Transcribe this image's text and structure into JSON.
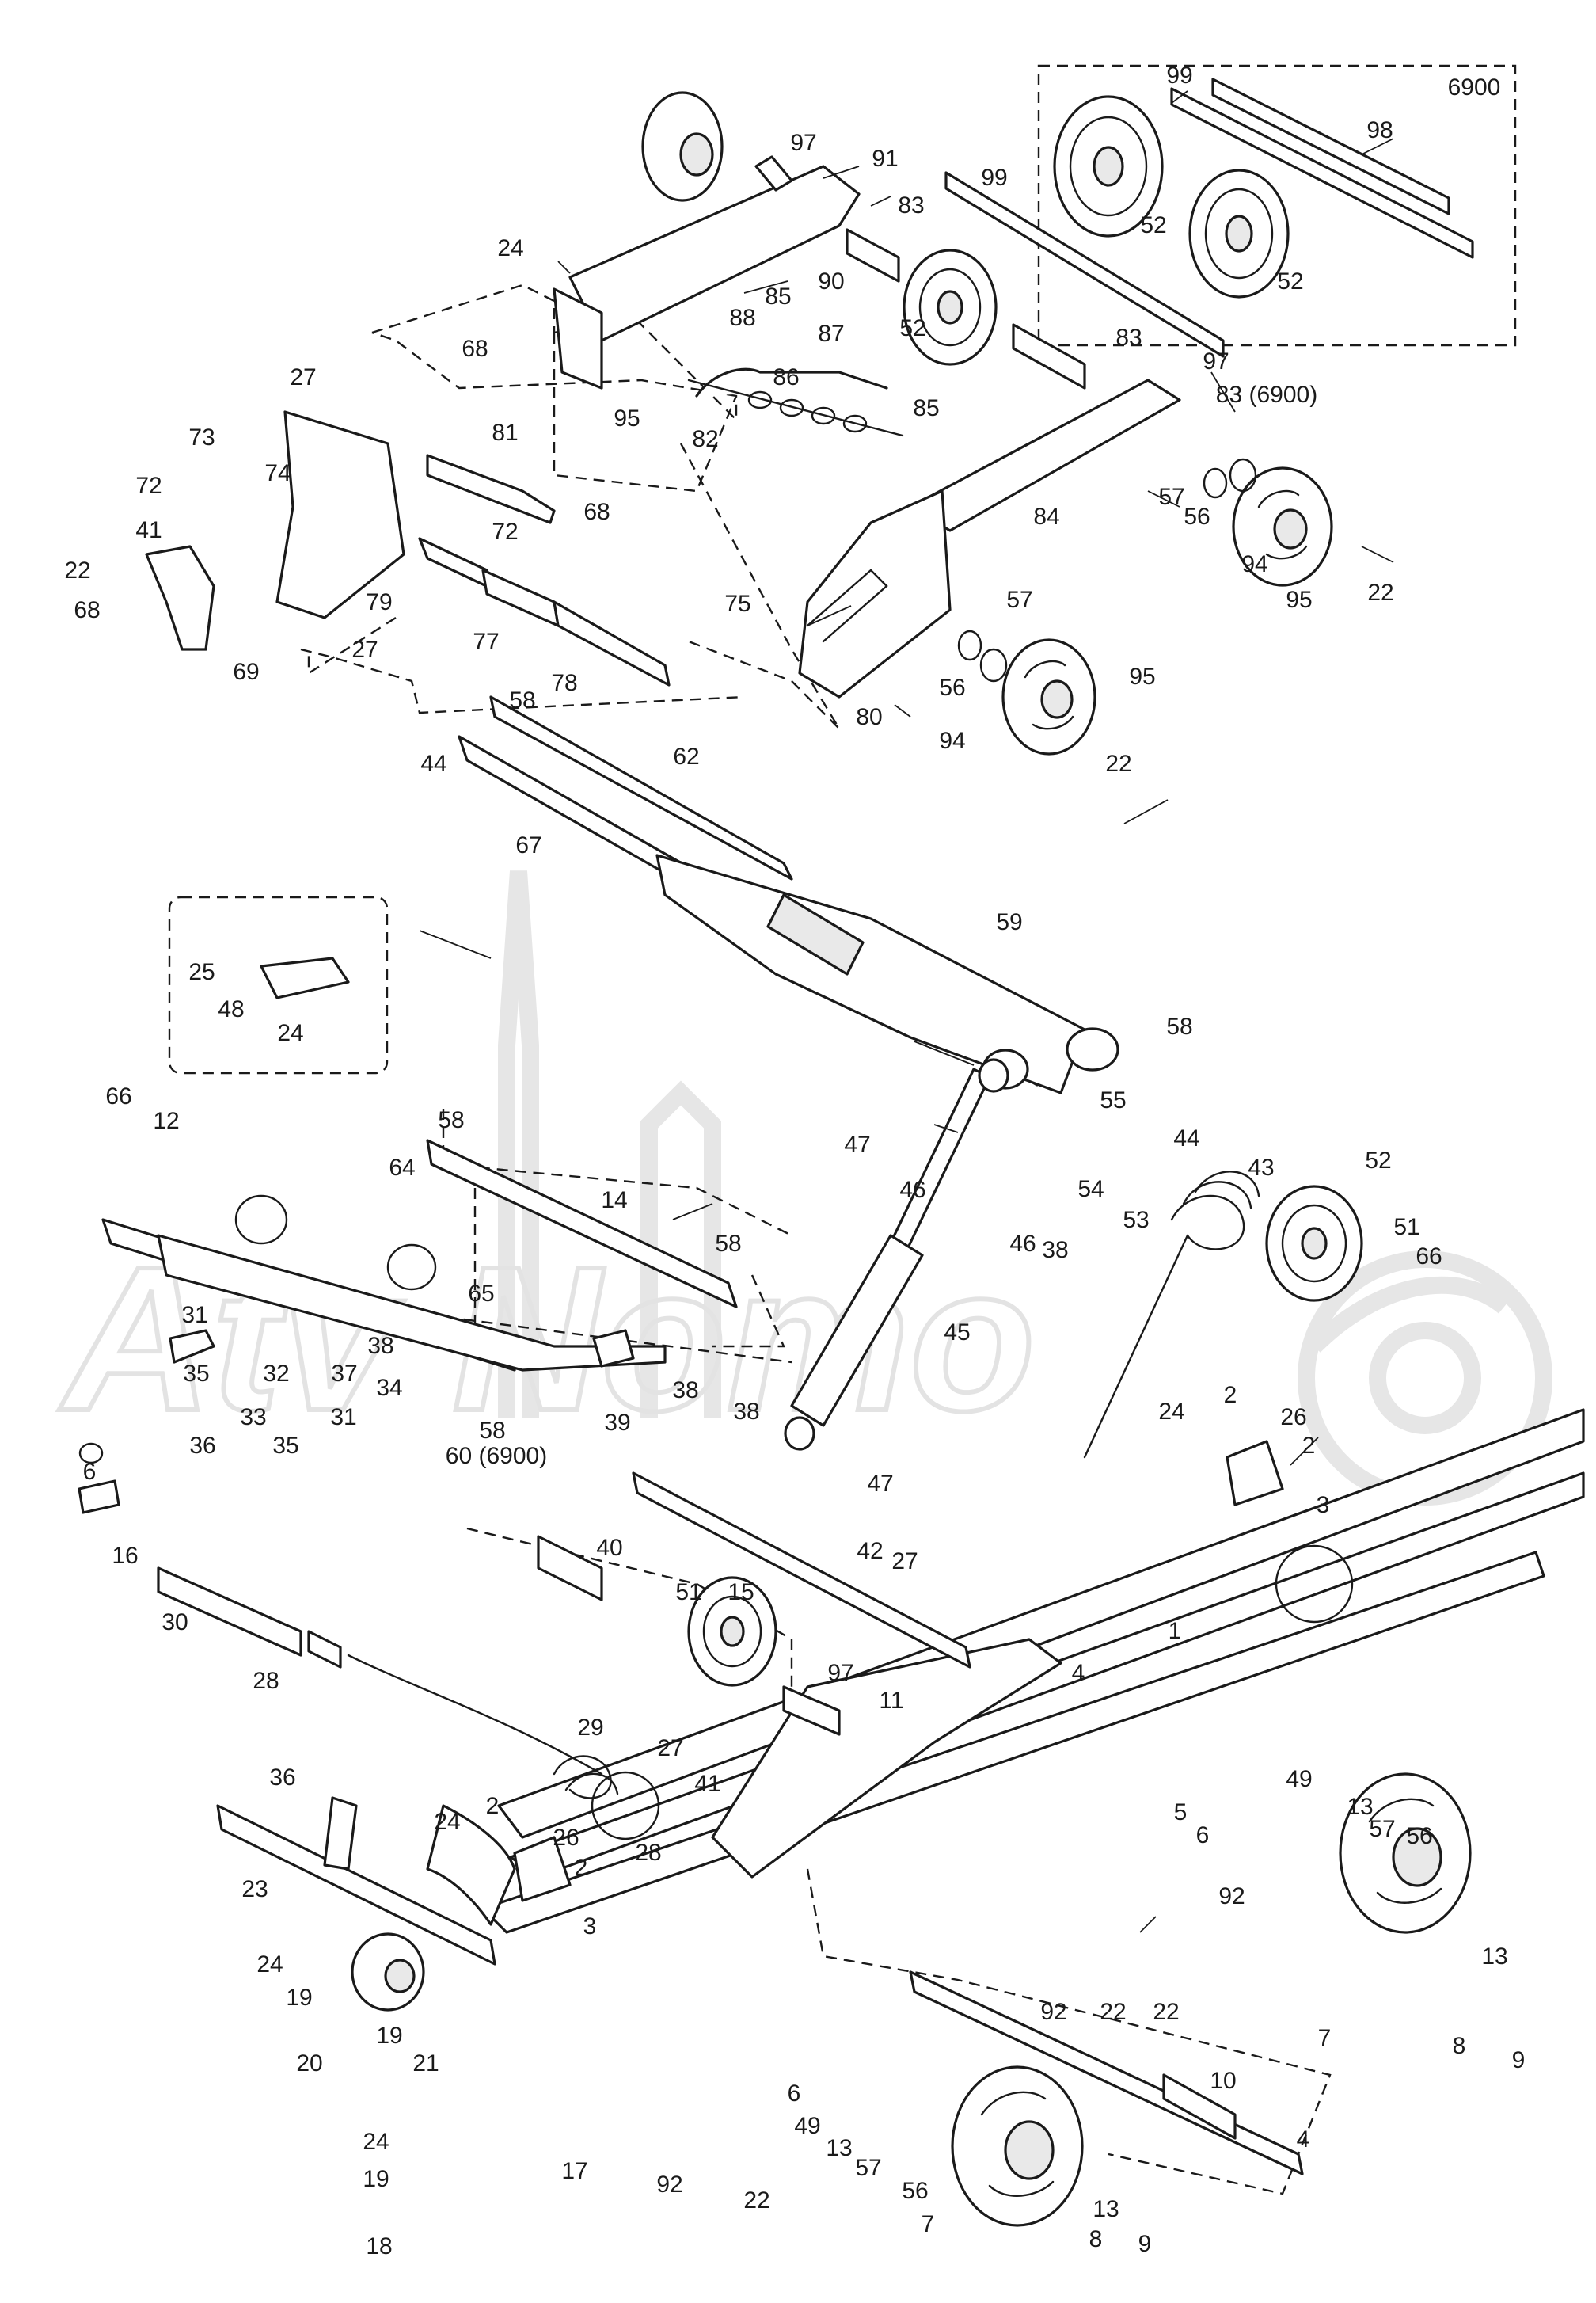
{
  "watermark": {
    "text": "Atv Nomo"
  },
  "diagram": {
    "box_label_6900": "6900",
    "callouts": {
      "c6900": "6900",
      "c99a": "99",
      "c98": "98",
      "c99b": "99",
      "c52a": "52",
      "c52b": "52",
      "c97a": "97",
      "c91": "91",
      "c83a": "83",
      "c24a": "24",
      "c90": "90",
      "c85a": "85",
      "c88": "88",
      "c87": "87",
      "c52c": "52",
      "c68a": "68",
      "c86": "86",
      "c83b": "83",
      "c97b": "97",
      "c83_6900": "83 (6900)",
      "c27a": "27",
      "c95a": "95",
      "c82": "82",
      "c85b": "85",
      "c73": "73",
      "c81": "81",
      "c74": "74",
      "c68b": "68",
      "c72a": "72",
      "c84": "84",
      "c57a": "57",
      "c56a": "56",
      "c72b": "72",
      "c22a": "22",
      "c41a": "41",
      "c94a": "94",
      "c95b": "95",
      "c22b": "22",
      "c68c": "68",
      "c79": "79",
      "c27b": "27",
      "c77": "77",
      "c75": "75",
      "c57b": "57",
      "c69": "69",
      "c78": "78",
      "c56b": "56",
      "c95c": "95",
      "c58a": "58",
      "c80": "80",
      "c94b": "94",
      "c22c": "22",
      "c44a": "44",
      "c62": "62",
      "c67": "67",
      "c59": "59",
      "c25": "25",
      "c48": "48",
      "c24b": "24",
      "c58b": "58",
      "c66a": "66",
      "c12": "12",
      "c58c": "58",
      "c55": "55",
      "c47a": "47",
      "c44b": "44",
      "c43": "43",
      "c64": "64",
      "c14": "14",
      "c46a": "46",
      "c54": "54",
      "c52d": "52",
      "c53": "53",
      "c46b": "46",
      "c38a": "38",
      "c51a": "51",
      "c66b": "66",
      "c58d": "58",
      "c65": "65",
      "c45": "45",
      "c31a": "31",
      "c38b": "38",
      "c35a": "35",
      "c32": "32",
      "c37": "37",
      "c34": "34",
      "c38c": "38",
      "c33": "33",
      "c31b": "31",
      "c36a": "36",
      "c35b": "35",
      "c58e": "58",
      "c39": "39",
      "c60_6900": "60 (6900)",
      "c38d": "38",
      "c24c": "24",
      "c2a": "2",
      "c26a": "26",
      "c2b": "2",
      "c6a": "6",
      "c47b": "47",
      "c3a": "3",
      "c16": "16",
      "c40": "40",
      "c42": "42",
      "c27c": "27",
      "c30": "30",
      "c51b": "51",
      "c15": "15",
      "c28a": "28",
      "c97c": "97",
      "c1": "1",
      "c4a": "4",
      "c11": "11",
      "c29": "29",
      "c27d": "27",
      "c41b": "41",
      "c36b": "36",
      "c24d": "24",
      "c2c": "2",
      "c26b": "26",
      "c2d": "2",
      "c28b": "28",
      "c49a": "49",
      "c13a": "13",
      "c5": "5",
      "c57c": "57",
      "c56c": "56",
      "c6b": "6",
      "c23": "23",
      "c3b": "3",
      "c92a": "92",
      "c24e": "24",
      "c19a": "19",
      "c13b": "13",
      "c92b": "92",
      "c22d": "22",
      "c22e": "22",
      "c19b": "19",
      "c20": "20",
      "c21": "21",
      "c7a": "7",
      "c8a": "8",
      "c9a": "9",
      "c10": "10",
      "c6c": "6",
      "c49b": "49",
      "c13c": "13",
      "c57d": "57",
      "c24f": "24",
      "c19c": "19",
      "c17": "17",
      "c92c": "92",
      "c22f": "22",
      "c56d": "56",
      "c4b": "4",
      "c18": "18",
      "c7b": "7",
      "c13d": "13",
      "c8b": "8",
      "c9b": "9"
    }
  }
}
